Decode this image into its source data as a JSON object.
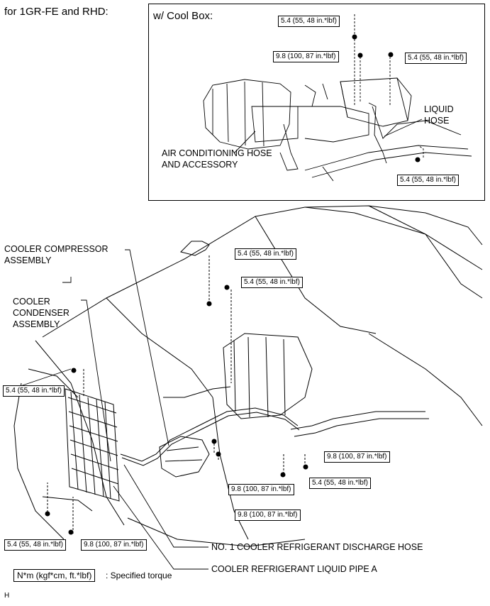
{
  "page": {
    "heading": "for 1GR-FE and RHD:",
    "inset_title": "w/ Cool Box:",
    "footer_code": "H"
  },
  "legend": {
    "unit_box": "N*m (kgf*cm, ft.*lbf)",
    "unit_desc": ": Specified torque"
  },
  "parts": {
    "compressor": [
      "COOLER COMPRESSOR",
      "ASSEMBLY"
    ],
    "condenser": [
      "COOLER",
      "CONDENSER",
      "ASSEMBLY"
    ],
    "ac_hose": [
      "AIR CONDITIONING HOSE",
      "AND ACCESSORY"
    ],
    "liquid_hose": [
      "LIQUID",
      "HOSE"
    ],
    "discharge_hose": "NO. 1 COOLER REFRIGERANT DISCHARGE HOSE",
    "liquid_pipe": "COOLER REFRIGERANT LIQUID PIPE A"
  },
  "torques": {
    "inset_top": "5.4 (55, 48 in.*lbf)",
    "inset_mid_left": "9.8 (100, 87 in.*lbf)",
    "inset_mid_right": "5.4 (55, 48 in.*lbf)",
    "inset_bottom": "5.4 (55, 48 in.*lbf)",
    "main_top_1": "5.4 (55, 48 in.*lbf)",
    "main_top_2": "5.4 (55, 48 in.*lbf)",
    "main_condenser_left": "5.4 (55, 48 in.*lbf)",
    "main_right_upper": "9.8 (100, 87 in.*lbf)",
    "main_right_lower": "5.4 (55, 48 in.*lbf)",
    "main_center_upper": "9.8 (100, 87 in.*lbf)",
    "main_center_lower": "9.8 (100, 87 in.*lbf)",
    "main_bottom_left": "5.4 (55, 48 in.*lbf)",
    "main_bottom_right": "9.8 (100, 87 in.*lbf)"
  }
}
